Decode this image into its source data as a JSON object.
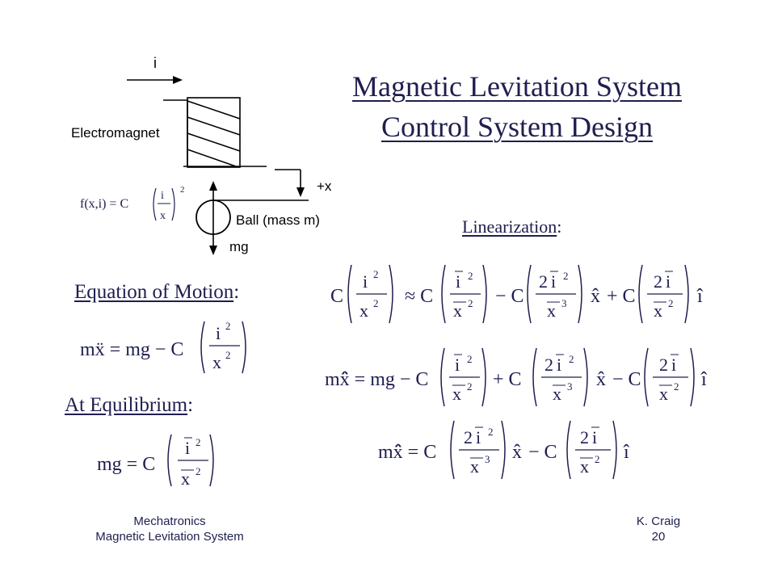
{
  "title": {
    "line1": "Magnetic Levitation System",
    "line2": "Control System Design"
  },
  "diagram": {
    "current_label": "i",
    "electromagnet_label": "Electromagnet",
    "plus_x_label": "+x",
    "ball_label": "Ball (mass m)",
    "weight_label": "mg",
    "force_lhs": "f(x,i) = C",
    "force_num": "i",
    "force_den": "x",
    "force_exp": "2"
  },
  "headings": {
    "equation_of_motion": "Equation of Motion",
    "at_equilibrium": "At Equilibrium",
    "linearization": "Linearization"
  },
  "equations": {
    "motion_lhs": "mẍ = mg − C",
    "equilibrium_lhs": "mg = C",
    "sym_C": "C",
    "sym_approx": "≈ C",
    "sym_minus_C": "− C",
    "sym_plus_C": "+ C",
    "sym_xhat": "x̂",
    "sym_ihat": "î",
    "lin2_lhs": "mx̂̈ = mg − C",
    "lin3_lhs": "mx̂̈ = C"
  },
  "footer": {
    "left_line1": "Mechatronics",
    "left_line2": "Magnetic Levitation System",
    "right_line1": "K. Craig",
    "right_line2": "20"
  }
}
